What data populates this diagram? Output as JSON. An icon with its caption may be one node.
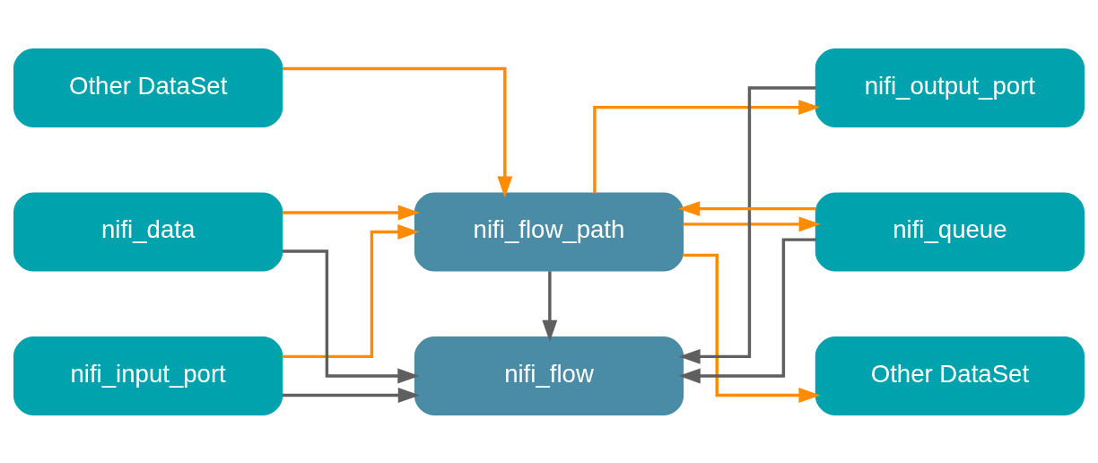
{
  "diagram": {
    "nodes": [
      {
        "text": [
          "nifi_input_port"
        ]
      },
      {
        "text": [
          "nifi_data"
        ]
      },
      {
        "text": [
          "Other DataSet"
        ]
      },
      {
        "text": [
          "nifi_flow"
        ]
      },
      {
        "text": [
          "nifi_flow_path"
        ]
      },
      {
        "text": [
          "nifi_output_port"
        ]
      },
      {
        "text": [
          "nifi_queue"
        ]
      },
      {
        "text": [
          "Other DataSet"
        ]
      }
    ],
    "edges": [
      {
        "from": 0,
        "to": 3,
        "arrow": "to",
        "color": "#5f5f5f"
      },
      {
        "from": 1,
        "to": 3,
        "arrow": "to",
        "color": "#5f5f5f"
      },
      {
        "from": 4,
        "to": 3,
        "arrow": "to",
        "color": "#5f5f5f"
      },
      {
        "from": 5,
        "to": 3,
        "arrow": "to",
        "color": "#5f5f5f"
      },
      {
        "from": 6,
        "to": 3,
        "arrow": "to",
        "color": "#5f5f5f"
      },
      {
        "from": 0,
        "to": 4,
        "arrow": "to"
      },
      {
        "from": 1,
        "to": 4,
        "arrow": "to"
      },
      {
        "from": 2,
        "to": 4,
        "arrow": "to"
      },
      {
        "from": 4,
        "to": 5,
        "arrow": "to"
      },
      {
        "from": 4,
        "to": 6,
        "arrow": "to"
      },
      {
        "from": 4,
        "to": 7,
        "arrow": "to"
      },
      {
        "from": 6,
        "to": 4,
        "arrow": "to"
      }
    ]
  }
}
